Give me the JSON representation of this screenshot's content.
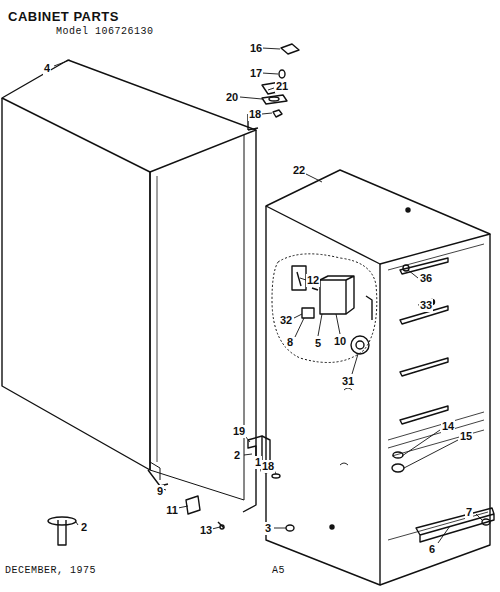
{
  "diagram": {
    "title": "CABINET PARTS",
    "labels": [
      "Model 106726130",
      "16",
      "17",
      "21",
      "20",
      "18",
      "4",
      "22",
      "12",
      "36",
      "33",
      "32",
      "8",
      "5",
      "10",
      "31",
      "19",
      "2",
      "1",
      "18",
      "14",
      "15",
      "9",
      "11",
      "2",
      "13",
      "3",
      "7",
      "6",
      "DECEMBER, 1975",
      "A5"
    ]
  }
}
